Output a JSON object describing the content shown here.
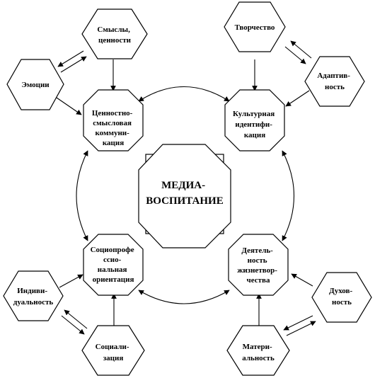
{
  "center": {
    "lines": [
      "МЕДИА-",
      "ВОСПИТАНИЕ"
    ]
  },
  "octagons": {
    "tsennostno": {
      "lines": [
        "Ценностно-",
        "смысловая",
        "коммуни-",
        "кация"
      ]
    },
    "kulturnaya": {
      "lines": [
        "Культурная",
        "идентифи-",
        "кация"
      ]
    },
    "sotsioprof": {
      "lines": [
        "Социопрофе",
        "ссио-",
        "нальная",
        "ориентация"
      ]
    },
    "deyatelnost": {
      "lines": [
        "Деятель-",
        "ность",
        "жизнетвор-",
        "чества"
      ]
    }
  },
  "hexagons": {
    "smysly": {
      "lines": [
        "Смыслы,",
        "ценности"
      ]
    },
    "emotsii": {
      "lines": [
        "Эмоции"
      ]
    },
    "tvorchestvo": {
      "lines": [
        "Творчество"
      ]
    },
    "adaptivnost": {
      "lines": [
        "Адаптив-",
        "ность"
      ]
    },
    "individualnost": {
      "lines": [
        "Индиви-",
        "дуальность"
      ]
    },
    "sotsializatsiya": {
      "lines": [
        "Социали-",
        "зация"
      ]
    },
    "dukhovnost": {
      "lines": [
        "Духов-",
        "ность"
      ]
    },
    "materialnost": {
      "lines": [
        "Матери-",
        "альность"
      ]
    }
  }
}
